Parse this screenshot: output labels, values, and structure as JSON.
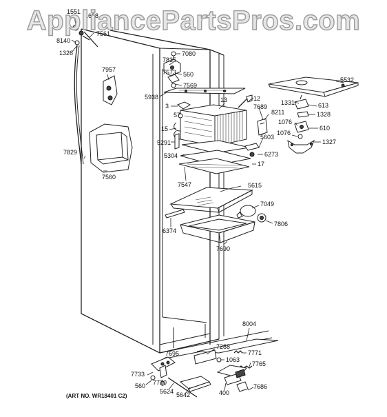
{
  "watermark": "AppliancePartsPros.com",
  "art_number": "(ART NO. WR18401 C2)",
  "labels": [
    "1551",
    "1658",
    "7561",
    "8140",
    "1326",
    "7080",
    "7835",
    "7573",
    "560",
    "7569",
    "7957",
    "5532",
    "5938",
    "12",
    "7689",
    "13",
    "3",
    "57",
    "8211",
    "613",
    "1331",
    "1328",
    "1076",
    "610",
    "1076",
    "1327",
    "15",
    "5291",
    "5603",
    "6273",
    "5304",
    "17",
    "7829",
    "7560",
    "7547",
    "5615",
    "7049",
    "7806",
    "6374",
    "7690",
    "8004",
    "7288",
    "7771",
    "1063",
    "7765",
    "7695",
    "7733",
    "560",
    "7770",
    "5624",
    "5642",
    "400",
    "7686"
  ],
  "colors": {
    "line": "#222222",
    "background": "#ffffff",
    "watermark_fill": "#e6e6e6",
    "watermark_stroke": "#9a9a9a"
  }
}
